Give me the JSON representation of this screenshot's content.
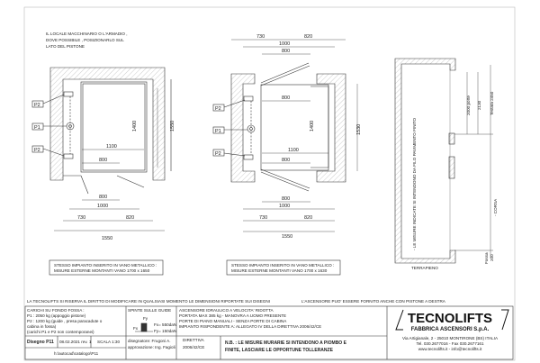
{
  "note_top": [
    "IL LOCALE MACCHINARIO O L'ARMADIO ,",
    "DOVE POSSIBILE ,  POSIZIONARLO SUL",
    "LATO DEL PISTONE"
  ],
  "plan_left": {
    "labels": [
      "P2",
      "P1",
      "P2"
    ],
    "dims": {
      "depth": "1400",
      "shaft_depth": "1550",
      "width_car": "1100",
      "door": "800",
      "door_bottom": "800",
      "opening": "1000",
      "left": "730",
      "right": "820",
      "total": "1550"
    },
    "box": [
      "STESSO IMPIANTO INSERITO IN VANO METALLICO :",
      "MISURE ESTERNE MONTANTI VANO 1700 x 1650"
    ]
  },
  "plan_right": {
    "labels": [
      "P2",
      "P1",
      "P2"
    ],
    "dims": {
      "top_left": "730",
      "top_right": "820",
      "top_opening": "1000",
      "top_door": "800",
      "inner_door": "800",
      "depth": "1400",
      "shaft_depth": "1530",
      "width_car": "1100",
      "inner_door_bottom": "800",
      "bottom_door": "800",
      "bottom_opening": "1000",
      "left": "730",
      "right": "820",
      "total": "1550"
    },
    "box": [
      "STESSO IMPIANTO INSERITO IN VANO METALLICO :",
      "MISURE ESTERNE MONTANTI VANO 1700 x 1630"
    ]
  },
  "section": {
    "note": "- LE MISURE INDICATE SI INTENDONO DA FILO PAVIMENTO FINITO",
    "door_height": "2000 porte",
    "h2130": "2130",
    "headroom": "Testata 2450",
    "travel": "- CORSA",
    "pit": [
      "Fossa",
      "200"
    ],
    "ground": "TERRAPIENO"
  },
  "reserve_note": "LA TECNOLIFTS SI RISERVA IL DIRITTO DI MODIFICARE IN QUALSIASI MOMENTO LE DIMENSIONI RIPORTATE SUI DISEGNI",
  "right_note": "L'ASCENSORE PUO' ESSERE FORNITO ANCHE CON PISTONE A DESTRA",
  "title_block": {
    "loads": [
      "CARICHI SU FONDO FOSSA :",
      "P1 : 2050 kg (appoggio pistone)",
      "P2 : 1200 kg (guide , presa paracadute o",
      "cabina in fossa)",
      "(carichi P1 e P2 non contemporanei)"
    ],
    "guides": {
      "title": "SPINTE SULLE GUIDE",
      "fy": "Fy",
      "fx": "Fx",
      "fx_val": "Fx= 550daN",
      "fy_val": "Fy= 150daN"
    },
    "spec": [
      "ASCENSORE IDRAULICO A VELOCITA' RIDOTTA",
      "PORTATA MAX 385 kg - MANOVRA A UOMO PRESENTE",
      "PORTE DI PIANO MANUALI - SENZA PORTE DI CABINA",
      "IMPIANTO RISPONDENTE A: ALLEGATO IV DELLA DIRETTIVA 2006/42/CE"
    ],
    "drawing": "Disegno P11",
    "date": "08.02.2021 rev. 1",
    "scale": "SCALA 1:30",
    "path": "h:\\autocad\\catalogo\\P11",
    "designer": "disegnatore: Frugoni A.",
    "approval": "approvazione: Ing. Fagioli",
    "directive": [
      "DIRETTIVA",
      "2006/42/CE"
    ],
    "warning": [
      "N.B. : LE MISURE MURARIE SI INTENDONO A PIOMBO E",
      "FINITE, LASCIARE LE OPPORTUNE TOLLERANZE"
    ],
    "logo": {
      "name": "TECNOLIFTS",
      "sub": "FABBRICA ASCENSORI S.p.A."
    },
    "address": [
      "Via Artigianale, 2 - 25010 MONTIRONE (BS) ITALIA",
      "Tel. 030.2677016 - Fax 030.2677161",
      "www.tecnolifts.it - info@tecnolifts.it"
    ]
  }
}
